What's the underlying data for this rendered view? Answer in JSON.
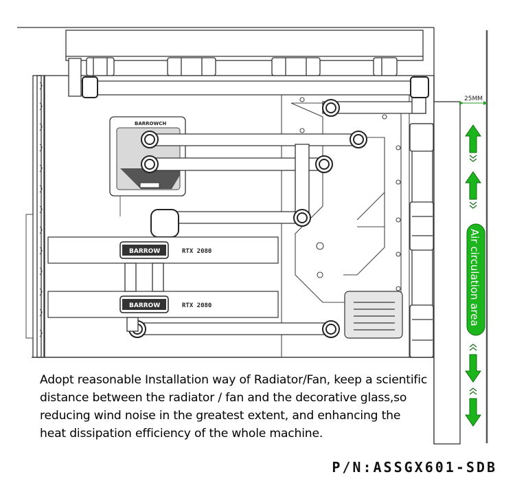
{
  "brand": {
    "block_logo": "BARROWCH",
    "bridge_logo": "BARROW"
  },
  "gpu": {
    "label": "RTX 2080"
  },
  "dimension": {
    "gap": "25MM"
  },
  "airflow": {
    "label": "Air circulation area",
    "color": "#1db51d"
  },
  "callout": {
    "text": "Adopt reasonable Installation way of Radiator/Fan, keep a scientific distance between the radiator / fan and the decorative glass,so reducing wind noise in the greatest extent, and enhancing the heat dissipation efficiency of the whole machine."
  },
  "part_number": "P/N:ASSGX601-SDB"
}
